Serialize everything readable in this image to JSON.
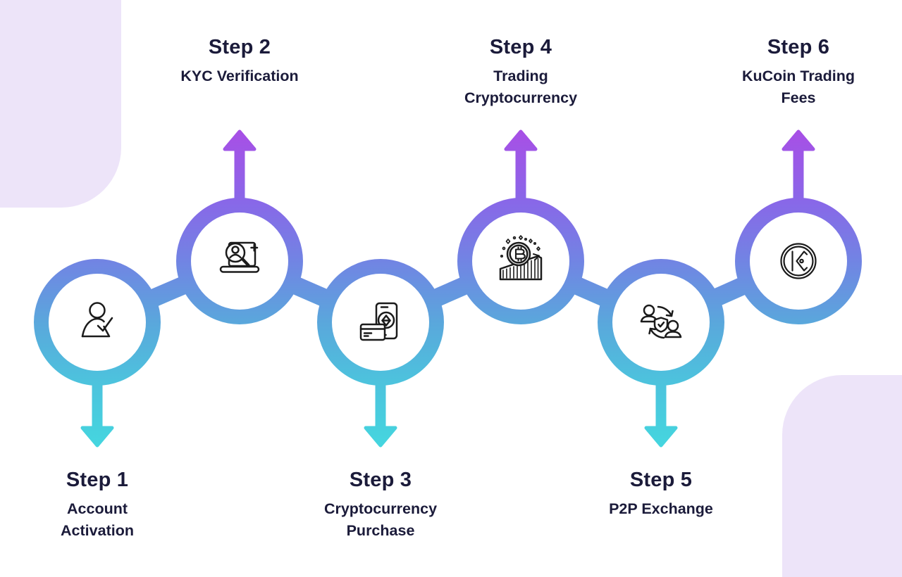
{
  "steps": [
    {
      "label": "Step 1",
      "name": "Account Activation",
      "lines": [
        "Account",
        "Activation"
      ],
      "side": "bottom",
      "icon": "person-check-icon"
    },
    {
      "label": "Step 2",
      "name": "KYC Verification",
      "lines": [
        "KYC Verification"
      ],
      "side": "top",
      "icon": "kyc-search-icon"
    },
    {
      "label": "Step 3",
      "name": "Cryptocurrency Purchase",
      "lines": [
        "Cryptocurrency",
        "Purchase"
      ],
      "side": "bottom",
      "icon": "phone-payment-icon"
    },
    {
      "label": "Step 4",
      "name": "Trading Cryptocurrency",
      "lines": [
        "Trading",
        "Cryptocurrency"
      ],
      "side": "top",
      "icon": "bitcoin-chart-icon"
    },
    {
      "label": "Step 5",
      "name": "P2P Exchange",
      "lines": [
        "P2P Exchange"
      ],
      "side": "bottom",
      "icon": "p2p-shield-icon"
    },
    {
      "label": "Step 6",
      "name": "KuCoin Trading Fees",
      "lines": [
        "KuCoin Trading",
        "Fees"
      ],
      "side": "top",
      "icon": "kucoin-logo-icon"
    }
  ],
  "colors": {
    "background": "#FFFFFF",
    "corner_shape": "#EDE4F9",
    "text": "#1B1B3A",
    "icon_stroke": "#1B1B1B",
    "gradient_top": "#A84FE6",
    "gradient_stop2": "#8967E8",
    "gradient_stop3": "#7086E3",
    "gradient_stop4": "#5AA7DC",
    "gradient_stop5": "#4DC2DD",
    "gradient_bottom": "#44D7DF"
  }
}
